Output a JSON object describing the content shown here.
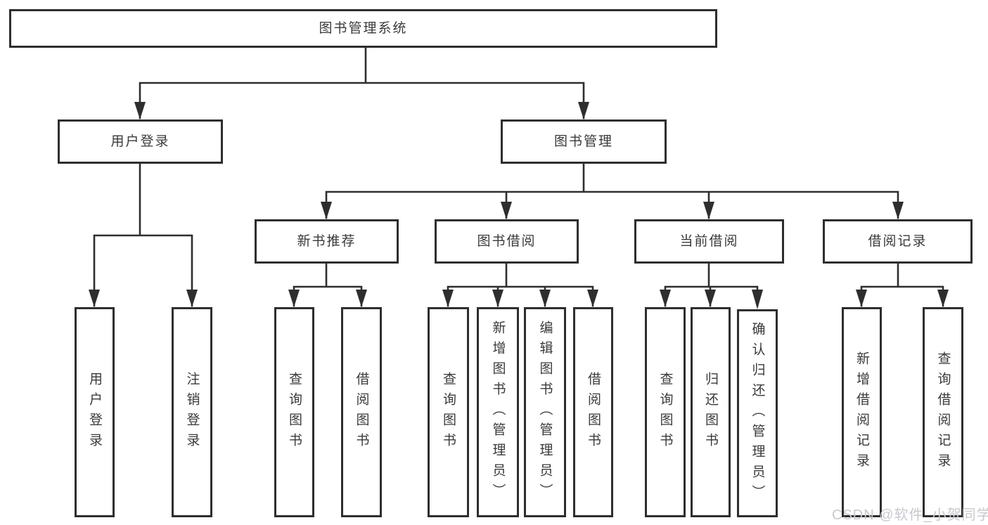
{
  "title": "图书管理系统",
  "watermark": "CSDN @软件_小贺同学",
  "colors": {
    "border": "#2e2e2e",
    "line": "#2e2e2e",
    "text": "#3a3a3a",
    "background": "#ffffff",
    "watermark": "#c6c9ce"
  },
  "nodes": {
    "root": "图书管理系统",
    "user_login": "用户登录",
    "book_mgmt": "图书管理",
    "new_book_rec": "新书推荐",
    "book_borrow": "图书借阅",
    "current_borrow": "当前借阅",
    "borrow_records": "借阅记录",
    "leaf_user_login": "用户登录",
    "leaf_logout": "注销登录",
    "leaf_nbr_query_book": "查询图书",
    "leaf_nbr_borrow_book": "借阅图书",
    "leaf_bb_query_book": "查询图书",
    "leaf_bb_add_book": "新增图书（管理员）",
    "leaf_bb_edit_book": "编辑图书（管理员）",
    "leaf_bb_borrow_book": "借阅图书",
    "leaf_cb_query_book": "查询图书",
    "leaf_cb_return_book": "归还图书",
    "leaf_cb_confirm_return": "确认归还（管理员）",
    "leaf_br_add_record": "新增借阅记录",
    "leaf_br_query_record": "查询借阅记录"
  }
}
